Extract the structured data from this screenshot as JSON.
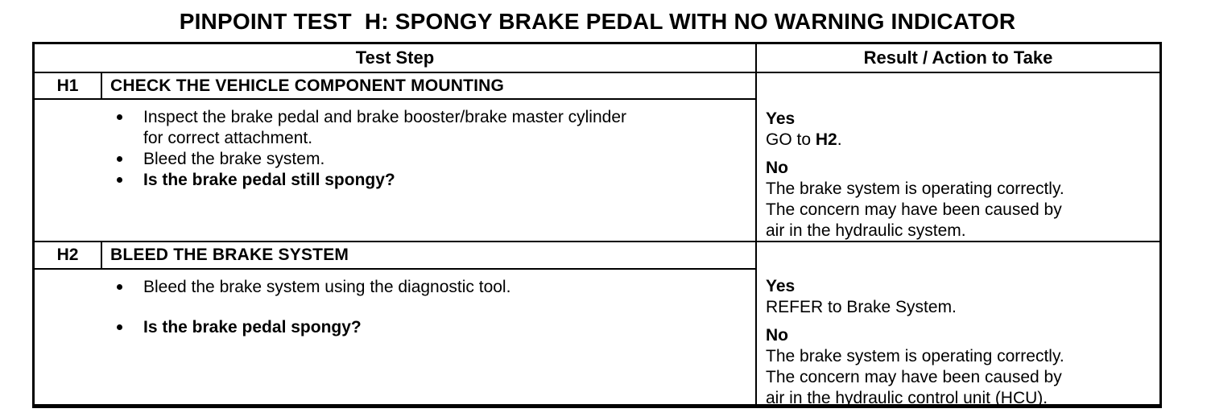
{
  "page_title": "PINPOINT TEST  H: SPONGY BRAKE PEDAL WITH NO WARNING INDICATOR",
  "colors": {
    "text": "#000000",
    "background": "#ffffff",
    "border": "#000000"
  },
  "table": {
    "headers": {
      "test_step": "Test Step",
      "result": "Result / Action to Take"
    },
    "rows": [
      {
        "id": "H1",
        "title": "CHECK THE VEHICLE COMPONENT MOUNTING",
        "steps": [
          {
            "bold": false,
            "lines": [
              "Inspect the brake pedal and brake booster/brake master cylinder",
              "for correct attachment."
            ]
          },
          {
            "bold": false,
            "lines": [
              "Bleed the brake system."
            ]
          },
          {
            "bold": true,
            "lines": [
              "Is the brake pedal still spongy?"
            ]
          }
        ],
        "result": {
          "yes_label": "Yes",
          "yes_action_prefix": "GO to ",
          "yes_action_ref": "H2",
          "yes_action_suffix": ".",
          "no_label": "No",
          "no_lines": [
            "The brake system is operating correctly.",
            "The concern may have been caused by",
            "air in the hydraulic system."
          ]
        }
      },
      {
        "id": "H2",
        "title": "BLEED THE BRAKE SYSTEM",
        "steps": [
          {
            "bold": false,
            "lines": [
              "Bleed the brake system using the diagnostic tool."
            ]
          },
          {
            "bold": true,
            "lines": [
              "Is the brake pedal spongy?"
            ]
          }
        ],
        "result": {
          "yes_label": "Yes",
          "yes_action_prefix": "REFER to Brake System.",
          "yes_action_ref": "",
          "yes_action_suffix": "",
          "no_label": "No",
          "no_lines": [
            "The brake system is operating correctly.",
            "The concern may have been caused by",
            "air in the hydraulic control unit (HCU)."
          ]
        }
      }
    ]
  }
}
